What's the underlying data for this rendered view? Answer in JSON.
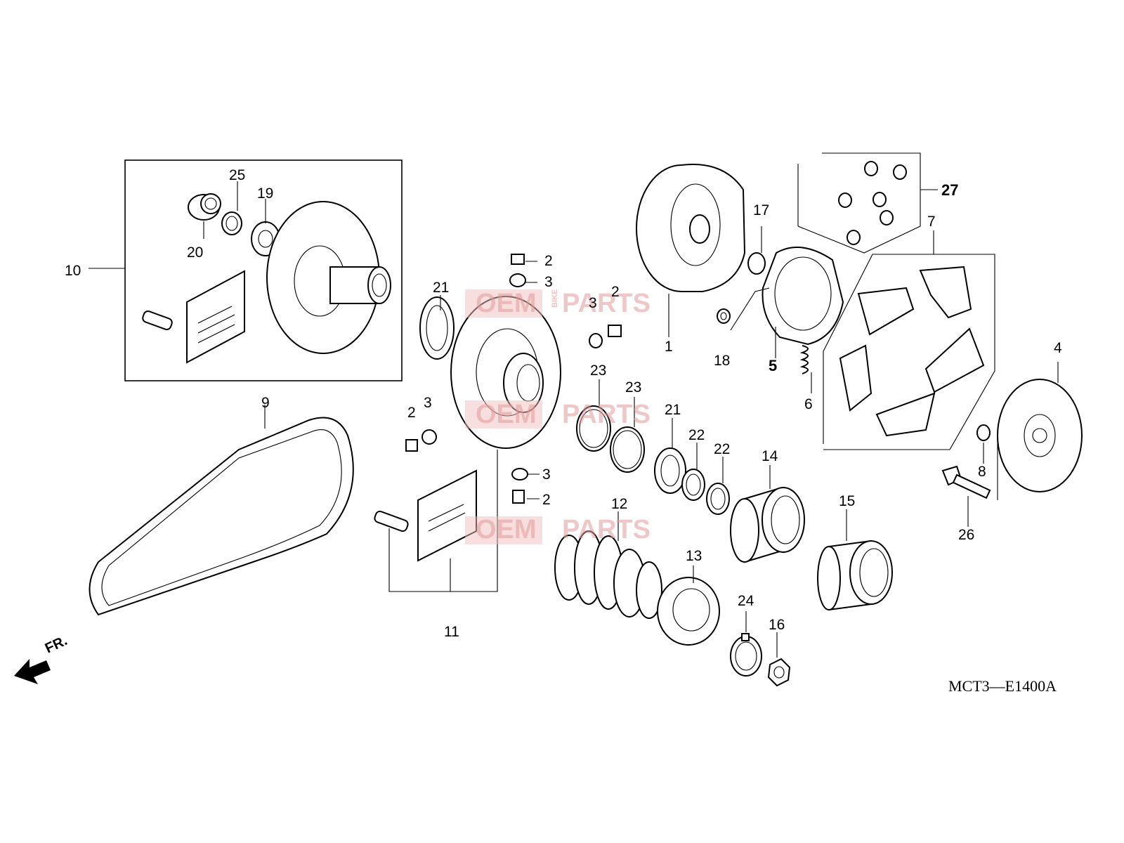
{
  "diagram": {
    "code": "MCT3—E1400A",
    "direction": "FR.",
    "watermark": {
      "left": "OEM",
      "small": "BIKE",
      "right": "PARTS"
    },
    "callouts": [
      "1",
      "2",
      "3",
      "4",
      "5",
      "6",
      "7",
      "8",
      "9",
      "10",
      "11",
      "12",
      "13",
      "14",
      "15",
      "16",
      "17",
      "18",
      "19",
      "20",
      "21",
      "22",
      "23",
      "24",
      "25",
      "26",
      "27"
    ]
  }
}
